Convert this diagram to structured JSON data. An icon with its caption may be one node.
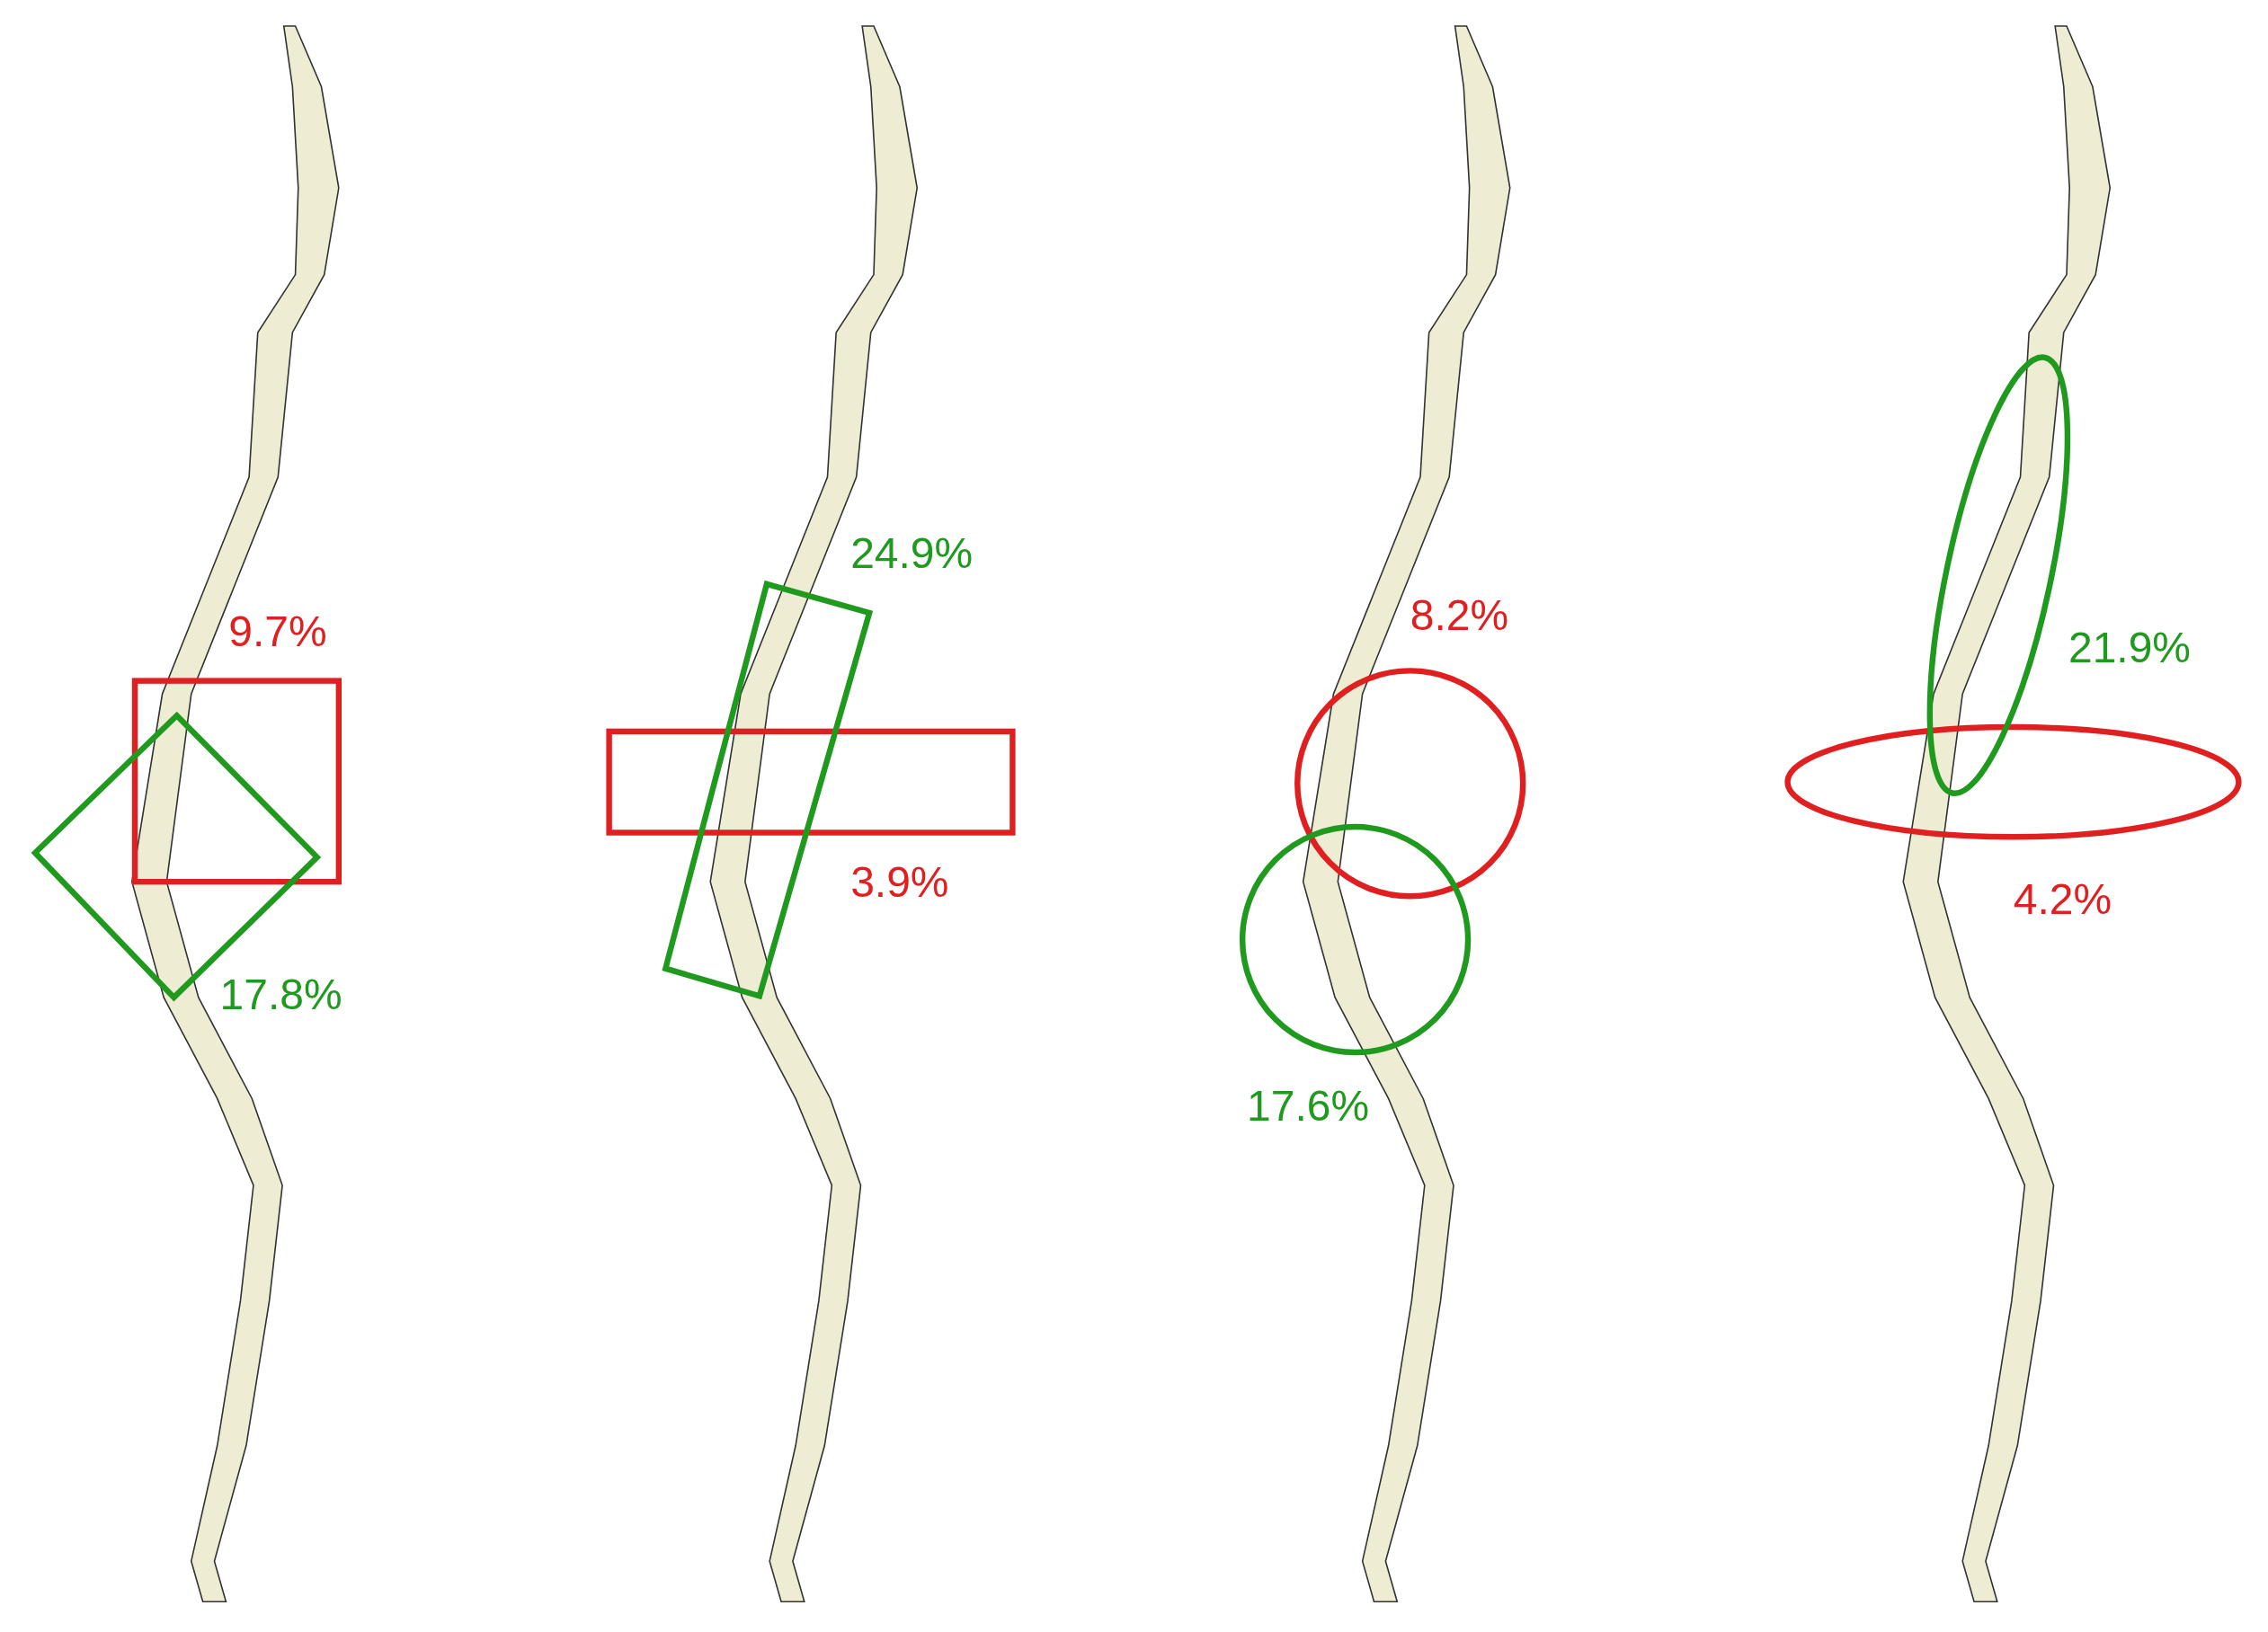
{
  "diagram": {
    "labels": [
      "9.7%",
      "17.8%",
      "24.9%",
      "3.9%",
      "8.2%",
      "17.6%",
      "21.9%",
      "4.2%"
    ]
  }
}
